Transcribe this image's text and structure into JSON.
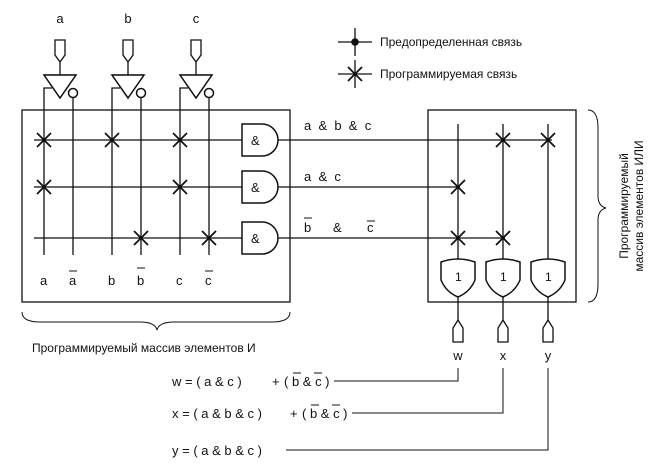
{
  "inputs": [
    "a",
    "b",
    "c"
  ],
  "legend": {
    "fixed": "Предопределенная связь",
    "programmable": "Программируемая связь"
  },
  "and_array": {
    "title": "Программируемый массив элементов И",
    "column_labels": [
      "a",
      "a",
      "b",
      "b",
      "c",
      "c"
    ],
    "gate_symbol": "&",
    "product_terms": [
      {
        "text": "a  &  b  &  c"
      },
      {
        "text": "a  &  c"
      },
      {
        "b": "b",
        "amp": "&",
        "c": "c"
      }
    ]
  },
  "or_array": {
    "title_line1": "Программируемый",
    "title_line2": "массив элементов ИЛИ",
    "gate_symbol": "1",
    "outputs": [
      "w",
      "x",
      "y"
    ]
  },
  "equations": [
    {
      "lhs": "w = ( a & c )",
      "plus": "+",
      "rest": "( b & c )"
    },
    {
      "lhs": "x = ( a & b & c )",
      "plus": "+",
      "rest": "( b & c )"
    },
    {
      "lhs": "y = ( a & b & c )"
    }
  ]
}
